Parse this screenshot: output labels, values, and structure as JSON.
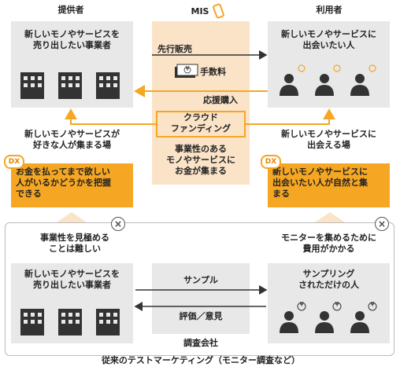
{
  "labels": {
    "provider": "提供者",
    "mis": "MIS",
    "user": "利用者",
    "provider_box": "新しいモノやサービスを\n売り出したい事業者",
    "user_box": "新しいモノやサービスに\n出会いたい人",
    "presale": "先行販売",
    "fee": "手数料",
    "support_buy": "応援購入",
    "crowdfunding": "クラウド\nファンディング",
    "mis_money": "事業性のある\nモノやサービスに\nお金が集まる",
    "left_gather": "新しいモノやサービスが\n好きな人が集まる場",
    "right_meet": "新しいモノやサービスに\n出会える場",
    "dx": "DX",
    "left_dx": "お金を払ってまで欲しい\n人がいるかどうかを把握\nできる",
    "right_dx": "新しいモノやサービスに\n出会いたい人が自然と集\nまる",
    "left_hard": "事業性を見極める\nことは難しい",
    "right_cost": "モニターを集めるために\n費用がかかる",
    "bottom_provider": "新しいモノやサービスを\n売り出したい事業者",
    "sample": "サンプル",
    "eval": "評価／意見",
    "bottom_user": "サンプリング\nされただけの人",
    "survey_co": "調査会社",
    "traditional": "従来のテストマーケティング（モニター調査など）",
    "yen": "¥"
  },
  "colors": {
    "orange": "#f5a623",
    "gray_box": "#e8e8e8",
    "peach": "#fbe3c8",
    "dark_icon": "#333333"
  }
}
